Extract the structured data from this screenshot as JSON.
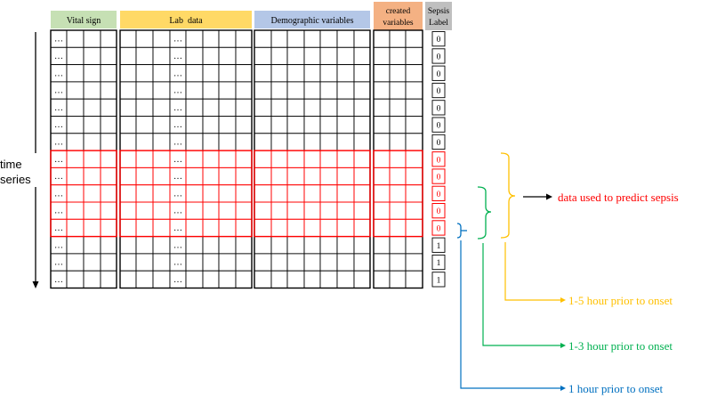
{
  "headers": [
    {
      "label": "Vital sign",
      "color": "#c6e0b4"
    },
    {
      "label": "Lab  data",
      "color": "#ffd966"
    },
    {
      "label": "Demographic variables",
      "color": "#b4c7e7"
    },
    {
      "label": "created",
      "label2": "variables",
      "color": "#f4b183"
    },
    {
      "label": "Sepsis",
      "label2": "Label",
      "color": "#bfbfbf"
    }
  ],
  "ellipsis": "…",
  "labels": [
    "0",
    "0",
    "0",
    "0",
    "0",
    "0",
    "0",
    "0",
    "0",
    "0",
    "0",
    "0",
    "1",
    "1",
    "1"
  ],
  "highlighted_rows": [
    7,
    8,
    9,
    10,
    11
  ],
  "time_axis": {
    "line1": "time",
    "line2": "series"
  },
  "brackets": [
    {
      "text": "data used to predict sepsis",
      "color": "#ff0000"
    },
    {
      "text": "1-5 hour prior to onset",
      "color": "#ffc000"
    },
    {
      "text": "1-3 hour prior to onset",
      "color": "#00b050"
    },
    {
      "text": "1 hour prior to onset",
      "color": "#0070c0"
    }
  ],
  "colors": {
    "grid": "#000000",
    "highlight": "#ff0000",
    "label_red": "#ff0000"
  }
}
